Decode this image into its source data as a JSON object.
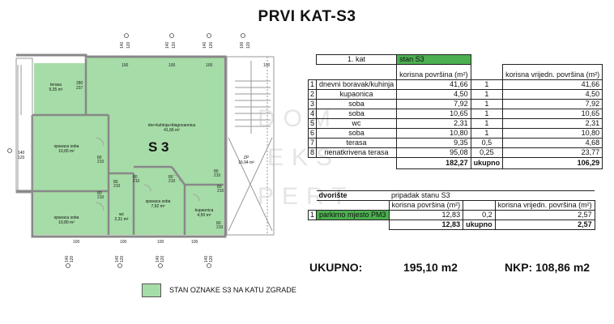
{
  "title": "PRVI KAT-S3",
  "plan": {
    "unit_label": "S 3",
    "rooms": [
      {
        "name": "terasa",
        "area": "9,35 m²"
      },
      {
        "name": "dnr+kuhinja+blagovaonica",
        "area": "41,66 m²"
      },
      {
        "name": "spavaca soba",
        "area": "10,65 m²"
      },
      {
        "name": "spavaca soba",
        "area": "10,80 m²"
      },
      {
        "name": "wc",
        "area": "2,31 m²"
      },
      {
        "name": "spavaca soba",
        "area": "7,92 m²"
      },
      {
        "name": "kupaonica",
        "area": "4,50 m²"
      },
      {
        "name": "ZP",
        "area": "16,94 m²"
      }
    ],
    "dims": [
      "140",
      "120",
      "140",
      "120",
      "140",
      "120",
      "100",
      "100",
      "100",
      "100",
      "100",
      "100",
      "80",
      "210",
      "80",
      "210",
      "80",
      "210",
      "80",
      "210",
      "80",
      "210",
      "280",
      "237",
      "140",
      "120",
      "100",
      "120"
    ]
  },
  "legend": {
    "text": "STAN OZNAKE S3 NA KATU ZGRADE",
    "color": "#a6dca7"
  },
  "table1": {
    "floor": "1. kat",
    "unit": "stan S3",
    "col_area": "korisna površina (m²)",
    "col_useful": "korisna vrijedn. površina (m²)",
    "rows": [
      {
        "n": "1",
        "name": "dnevni boravak/kuhinja",
        "area": "41,66",
        "coef": "1",
        "value": "41,66"
      },
      {
        "n": "2",
        "name": "kupaonica",
        "area": "4,50",
        "coef": "1",
        "value": "4,50"
      },
      {
        "n": "3",
        "name": "soba",
        "area": "7,92",
        "coef": "1",
        "value": "7,92"
      },
      {
        "n": "4",
        "name": "soba",
        "area": "10,65",
        "coef": "1",
        "value": "10,65"
      },
      {
        "n": "5",
        "name": "wc",
        "area": "2,31",
        "coef": "1",
        "value": "2,31"
      },
      {
        "n": "6",
        "name": "soba",
        "area": "10,80",
        "coef": "1",
        "value": "10,80"
      },
      {
        "n": "7",
        "name": "terasa",
        "area": "9,35",
        "coef": "0,5",
        "value": "4,68"
      },
      {
        "n": "8",
        "name": "nenatkrivena terasa",
        "area": "95,08",
        "coef": "0,25",
        "value": "23,77"
      }
    ],
    "total_area": "182,27",
    "total_label": "ukupno",
    "total_value": "106,29"
  },
  "table2": {
    "title": "dvorište",
    "subtitle": "pripadak stanu S3",
    "col_area": "korisna površina (m²)",
    "col_useful": "korisna vrijedn. površina (m²)",
    "rows": [
      {
        "n": "1",
        "name": "parkirno mjesto PM3",
        "area": "12,83",
        "coef": "0,2",
        "value": "2,57"
      }
    ],
    "total_area": "12,83",
    "total_label": "ukupno",
    "total_value": "2,57"
  },
  "summary": {
    "label": "UKUPNO:",
    "total": "195,10 m2",
    "nkp": "NKP: 108,86 m2"
  },
  "watermark": [
    "DOM",
    "EKS",
    "PERT"
  ]
}
